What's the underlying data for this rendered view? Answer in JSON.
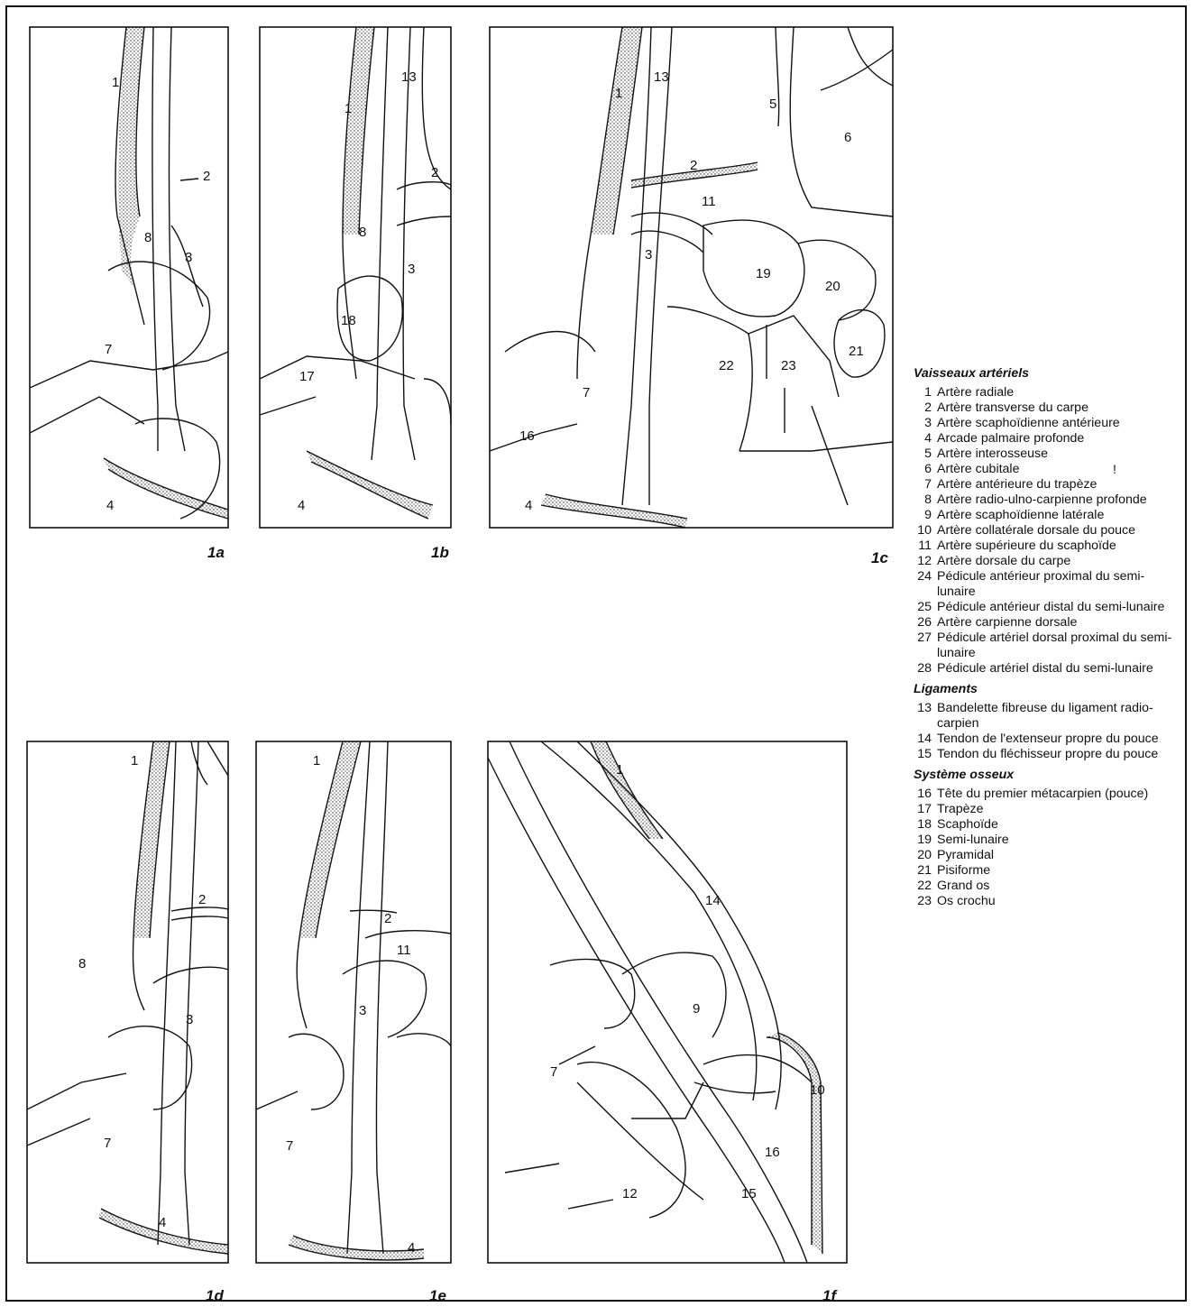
{
  "panels": [
    {
      "id": "1a",
      "label": "1a"
    },
    {
      "id": "1b",
      "label": "1b"
    },
    {
      "id": "1c",
      "label": "1c"
    },
    {
      "id": "1d",
      "label": "1d"
    },
    {
      "id": "1e",
      "label": "1e"
    },
    {
      "id": "1f",
      "label": "1f"
    }
  ],
  "numbers": {
    "n1": "1",
    "n2": "2",
    "n3": "3",
    "n4": "4",
    "n5": "5",
    "n6": "6",
    "n7": "7",
    "n8": "8",
    "n9": "9",
    "n10": "10",
    "n11": "11",
    "n12": "12",
    "n13": "13",
    "n14": "14",
    "n15": "15",
    "n16": "16",
    "n17": "17",
    "n18": "18",
    "n19": "19",
    "n20": "20",
    "n21": "21",
    "n22": "22",
    "n23": "23"
  },
  "legend": {
    "sections": [
      {
        "title": "Vaisseaux artériels",
        "items": [
          {
            "n": "1",
            "t": "Artère radiale"
          },
          {
            "n": "2",
            "t": "Artère transverse du carpe"
          },
          {
            "n": "3",
            "t": "Artère scaphoïdienne antérieure"
          },
          {
            "n": "4",
            "t": "Arcade palmaire profonde"
          },
          {
            "n": "5",
            "t": "Artère interosseuse"
          },
          {
            "n": "6",
            "t": "Artère cubitale"
          },
          {
            "n": "7",
            "t": "Artère antérieure du trapèze"
          },
          {
            "n": "8",
            "t": "Artère radio-ulno-carpienne profonde"
          },
          {
            "n": "9",
            "t": "Artère scaphoïdienne latérale"
          },
          {
            "n": "10",
            "t": "Artère collatérale dorsale du pouce"
          },
          {
            "n": "11",
            "t": "Artère supérieure du scaphoïde"
          },
          {
            "n": "12",
            "t": "Artère dorsale du carpe"
          },
          {
            "n": "24",
            "t": "Pédicule antérieur proximal du semi-lunaire"
          },
          {
            "n": "25",
            "t": "Pédicule antérieur distal du semi-lunaire"
          },
          {
            "n": "26",
            "t": "Artère carpienne dorsale"
          },
          {
            "n": "27",
            "t": "Pédicule artériel dorsal proximal du semi-lunaire"
          },
          {
            "n": "28",
            "t": "Pédicule artériel distal du semi-lunaire"
          }
        ]
      },
      {
        "title": "Ligaments",
        "items": [
          {
            "n": "13",
            "t": "Bandelette fibreuse du ligament radio-carpien"
          },
          {
            "n": "14",
            "t": "Tendon de l'extenseur propre du pouce"
          },
          {
            "n": "15",
            "t": "Tendon du fléchisseur propre du pouce"
          }
        ]
      },
      {
        "title": "Système osseux",
        "items": [
          {
            "n": "16",
            "t": "Tête du premier métacarpien (pouce)"
          },
          {
            "n": "17",
            "t": "Trapèze"
          },
          {
            "n": "18",
            "t": "Scaphoïde"
          },
          {
            "n": "19",
            "t": "Semi-lunaire"
          },
          {
            "n": "20",
            "t": "Pyramidal"
          },
          {
            "n": "21",
            "t": "Pisiforme"
          },
          {
            "n": "22",
            "t": "Grand os"
          },
          {
            "n": "23",
            "t": "Os crochu"
          }
        ]
      }
    ]
  },
  "side_mark": "!"
}
